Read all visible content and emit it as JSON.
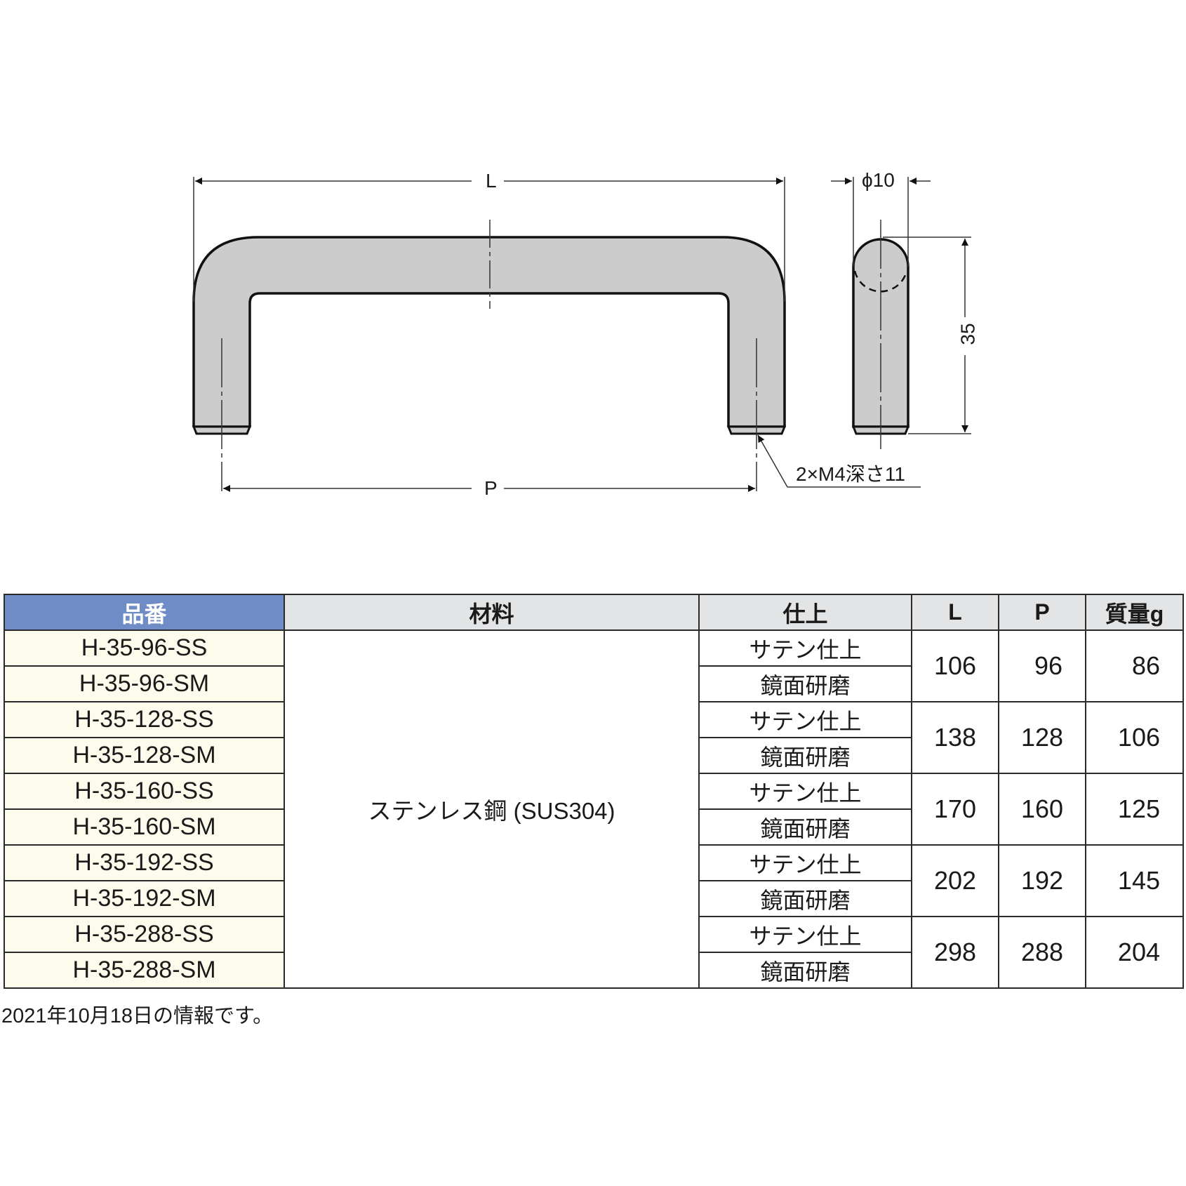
{
  "drawing": {
    "front_view": {
      "dim_L_label": "L",
      "dim_P_label": "P",
      "thread_note": "2×M4深さ11"
    },
    "side_view": {
      "diameter_label": "ϕ10",
      "height_label": "35"
    },
    "colors": {
      "part_fill": "#cbcccb",
      "outline": "#111111",
      "dim_line": "#333333"
    }
  },
  "table": {
    "headers": {
      "part_no": "品番",
      "material": "材料",
      "finish": "仕上",
      "L": "L",
      "P": "P",
      "mass": "質量g"
    },
    "header_colors": {
      "part_no_bg": "#6f8cc6",
      "other_bg": "#e3e4e6",
      "part_cell_bg": "#fdfcec"
    },
    "material": "ステンレス鋼 (SUS304)",
    "finish_satin": "サテン仕上",
    "finish_mirror": "鏡面研磨",
    "groups": [
      {
        "parts": [
          "H-35-96-SS",
          "H-35-96-SM"
        ],
        "L": "106",
        "P": "96",
        "mass": "86"
      },
      {
        "parts": [
          "H-35-128-SS",
          "H-35-128-SM"
        ],
        "L": "138",
        "P": "128",
        "mass": "106"
      },
      {
        "parts": [
          "H-35-160-SS",
          "H-35-160-SM"
        ],
        "L": "170",
        "P": "160",
        "mass": "125"
      },
      {
        "parts": [
          "H-35-192-SS",
          "H-35-192-SM"
        ],
        "L": "202",
        "P": "192",
        "mass": "145"
      },
      {
        "parts": [
          "H-35-288-SS",
          "H-35-288-SM"
        ],
        "L": "298",
        "P": "288",
        "mass": "204"
      }
    ]
  },
  "footnote": "2021年10月18日の情報です。"
}
